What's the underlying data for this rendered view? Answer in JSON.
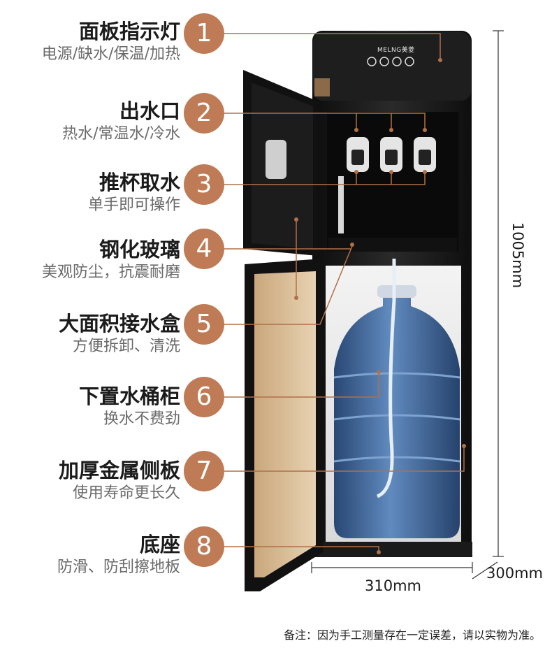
{
  "brand": "MELNG美菱",
  "features": [
    {
      "num": "1",
      "title": "面板指示灯",
      "subtitle": "电源/缺水/保温/加热"
    },
    {
      "num": "2",
      "title": "出水口",
      "subtitle": "热水/常温水/冷水"
    },
    {
      "num": "3",
      "title": "推杯取水",
      "subtitle": "单手即可操作"
    },
    {
      "num": "4",
      "title": "钢化玻璃",
      "subtitle": "美观防尘，抗震耐磨"
    },
    {
      "num": "5",
      "title": "大面积接水盒",
      "subtitle": "方便拆卸、清洗"
    },
    {
      "num": "6",
      "title": "下置水桶柜",
      "subtitle": "换水不费劲"
    },
    {
      "num": "7",
      "title": "加厚金属侧板",
      "subtitle": "使用寿命更长久"
    },
    {
      "num": "8",
      "title": "底座",
      "subtitle": "防滑、防刮擦地板"
    }
  ],
  "dimensions": {
    "height": "1005mm",
    "width": "310mm",
    "depth": "300mm"
  },
  "footnote": "备注：因为手工测量存在一定误差，请以实物为准。",
  "colors": {
    "accent": "#bf7b55",
    "body": "#151515",
    "bottle": "#2d5c95"
  }
}
